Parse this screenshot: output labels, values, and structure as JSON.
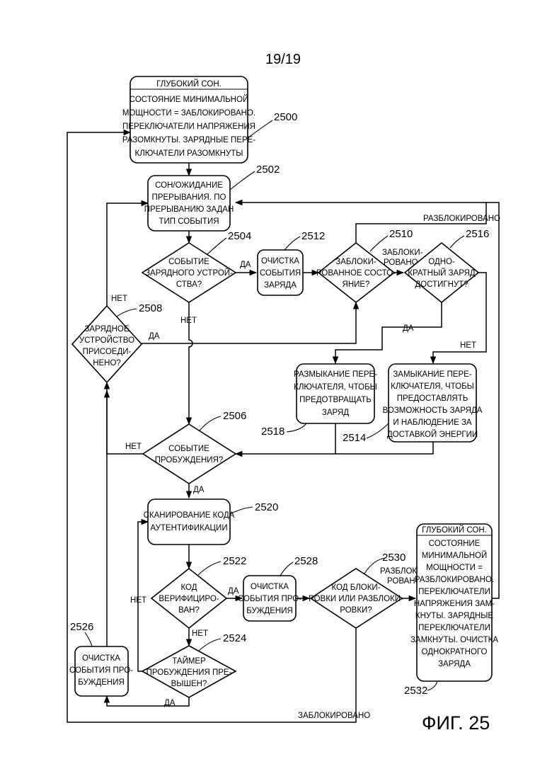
{
  "page_number": "19/19",
  "figure_label": "ФИГ. 25",
  "nodes": {
    "n2500": {
      "ref": "2500",
      "header": "ГЛУБОКИЙ СОН.",
      "lines": [
        "СОСТОЯНИЕ МИНИМАЛЬНОЙ",
        "МОЩНОСТИ = ЗАБЛОКИРОВАНО.",
        "ПЕРЕКЛЮЧАТЕЛИ НАПРЯЖЕНИЯ",
        "РАЗОМКНУТЫ. ЗАРЯДНЫЕ ПЕРЕ-",
        "КЛЮЧАТЕЛИ РАЗОМКНУТЫ"
      ]
    },
    "n2502": {
      "ref": "2502",
      "lines": [
        "СОН/ОЖИДАНИЕ",
        "ПРЕРЫВАНИЯ. ПО",
        "ПРЕРЫВАНИЮ ЗАДАН",
        "ТИП СОБЫТИЯ"
      ]
    },
    "n2504": {
      "ref": "2504",
      "lines": [
        "СОБЫТИЕ",
        "ЗАРЯДНОГО УСТРОЙ-",
        "СТВА?"
      ]
    },
    "n2512": {
      "ref": "2512",
      "lines": [
        "ОЧИСТКА",
        "СОБЫТИЯ",
        "ЗАРЯДА"
      ]
    },
    "n2510": {
      "ref": "2510",
      "lines": [
        "ЗАБЛОКИ-",
        "РОВАННОЕ СОСТО-",
        "ЯНИЕ?"
      ]
    },
    "n2516": {
      "ref": "2516",
      "lines": [
        "ОДНО-",
        "КРАТНЫЙ ЗАРЯД",
        "ДОСТИГНУТ?"
      ]
    },
    "n2508": {
      "ref": "2508",
      "lines": [
        "ЗАРЯДНОЕ",
        "УСТРОЙСТВО",
        "ПРИСОЕДИ-",
        "НЕНО?"
      ]
    },
    "n2518": {
      "ref": "2518",
      "lines": [
        "РАЗМЫКАНИЕ ПЕРЕ-",
        "КЛЮЧАТЕЛЯ, ЧТОБЫ",
        "ПРЕДОТВРАЩАТЬ",
        "ЗАРЯД"
      ]
    },
    "n2514": {
      "ref": "2514",
      "lines": [
        "ЗАМЫКАНИЕ ПЕРЕ-",
        "КЛЮЧАТЕЛЯ, ЧТОБЫ",
        "ПРЕДОСТАВЛЯТЬ",
        "ВОЗМОЖНОСТЬ ЗАРЯДА",
        "И НАБЛЮДЕНИЕ ЗА",
        "ДОСТАВКОЙ ЭНЕРГИИ"
      ]
    },
    "n2506": {
      "ref": "2506",
      "lines": [
        "СОБЫТИЕ",
        "ПРОБУЖДЕНИЯ?"
      ]
    },
    "n2520": {
      "ref": "2520",
      "lines": [
        "СКАНИРОВАНИЕ КОДА",
        "АУТЕНТИФИКАЦИИ"
      ]
    },
    "n2522": {
      "ref": "2522",
      "lines": [
        "КОД",
        "ВЕРИФИЦИРО-",
        "ВАН?"
      ]
    },
    "n2528": {
      "ref": "2528",
      "lines": [
        "ОЧИСТКА",
        "СОБЫТИЯ ПРО-",
        "БУЖДЕНИЯ"
      ]
    },
    "n2530": {
      "ref": "2530",
      "lines": [
        "КОД БЛОКИ-",
        "РОВКИ ИЛИ РАЗБЛОКИ-",
        "РОВКИ?"
      ]
    },
    "n2524": {
      "ref": "2524",
      "lines": [
        "ТАЙМЕР",
        "ПРОБУЖДЕНИЯ ПРЕ-",
        "ВЫШЕН?"
      ]
    },
    "n2526": {
      "ref": "2526",
      "lines": [
        "ОЧИСТКА",
        "СОБЫТИЯ ПРО-",
        "БУЖДЕНИЯ"
      ]
    },
    "n2532": {
      "ref": "2532",
      "header": "ГЛУБОКИЙ СОН.",
      "lines": [
        "СОСТОЯНИЕ",
        "МИНИМАЛЬНОЙ",
        "МОЩНОСТИ =",
        "РАЗБЛОКИРОВАНО.",
        "ПЕРЕКЛЮЧАТЕЛИ",
        "НАПРЯЖЕНИЯ ЗАМ-",
        "КНУТЫ. ЗАРЯДНЫЕ",
        "ПЕРЕКЛЮЧАТЕЛИ",
        "ЗАМКНУТЫ. ОЧИСТКА",
        "ОДНОКРАТНОГО",
        "ЗАРЯДА"
      ]
    }
  },
  "edge_labels": {
    "e2504_yes": "ДА",
    "e2504_no": "НЕТ",
    "e2508_no": "НЕТ",
    "e2508_yes": "ДА",
    "e2510_unlocked": "РАЗБЛОКИРОВАНО",
    "e2510_locked": [
      "ЗАБЛОКИ-",
      "РОВАНО"
    ],
    "e2516_yes": "ДА",
    "e2516_no": "НЕТ",
    "e2506_no": "НЕТ",
    "e2506_yes": "ДА",
    "e2522_yes": "ДА",
    "e2522_no": "НЕТ",
    "e2522_no_left": "НЕТ",
    "e2524_yes": "ДА",
    "e2530_unlocked": [
      "РАЗБЛОКИ-",
      "РОВАНО"
    ],
    "e2530_locked": "ЗАБЛОКИРОВАНО"
  }
}
